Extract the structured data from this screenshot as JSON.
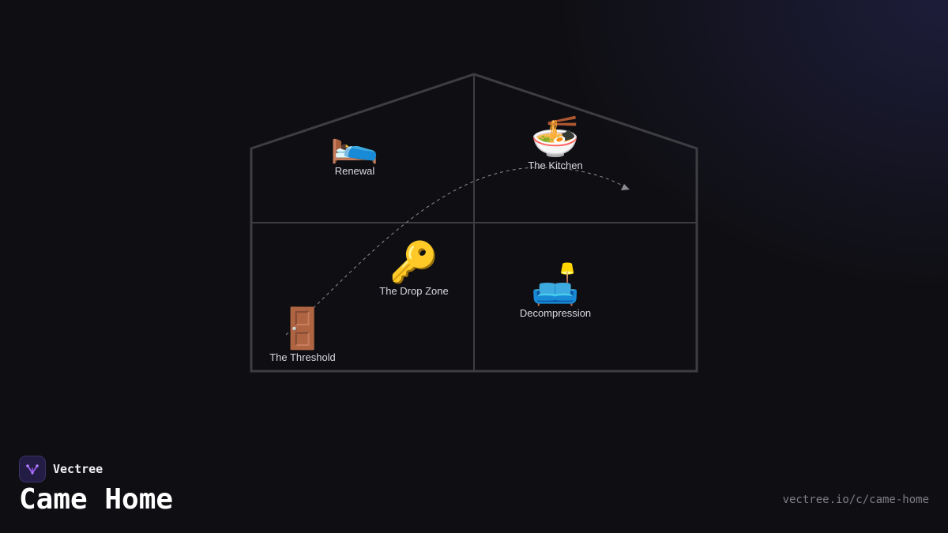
{
  "rooms": [
    {
      "id": "renewal",
      "icon": "bed-icon",
      "emoji": "🛌",
      "label": "Renewal"
    },
    {
      "id": "kitchen",
      "icon": "noodle-bowl-icon",
      "emoji": "🍜",
      "label": "The Kitchen"
    },
    {
      "id": "drop-zone",
      "icon": "key-icon",
      "emoji": "🔑",
      "label": "The Drop Zone"
    },
    {
      "id": "decompression",
      "icon": "couch-and-lamp-icon",
      "emoji": "🛋️",
      "label": "Decompression"
    },
    {
      "id": "threshold",
      "icon": "door-icon",
      "emoji": "🚪",
      "label": "The Threshold"
    }
  ],
  "brand": {
    "name": "Vectree",
    "logo_icon": "vectree-logo-icon"
  },
  "title": "Came Home",
  "url": "vectree.io/c/came-home",
  "colors": {
    "background": "#0f0f13",
    "house_outline": "#3d3d42",
    "path": "#8a8a90",
    "logo_accent": "#9b5cf0"
  }
}
